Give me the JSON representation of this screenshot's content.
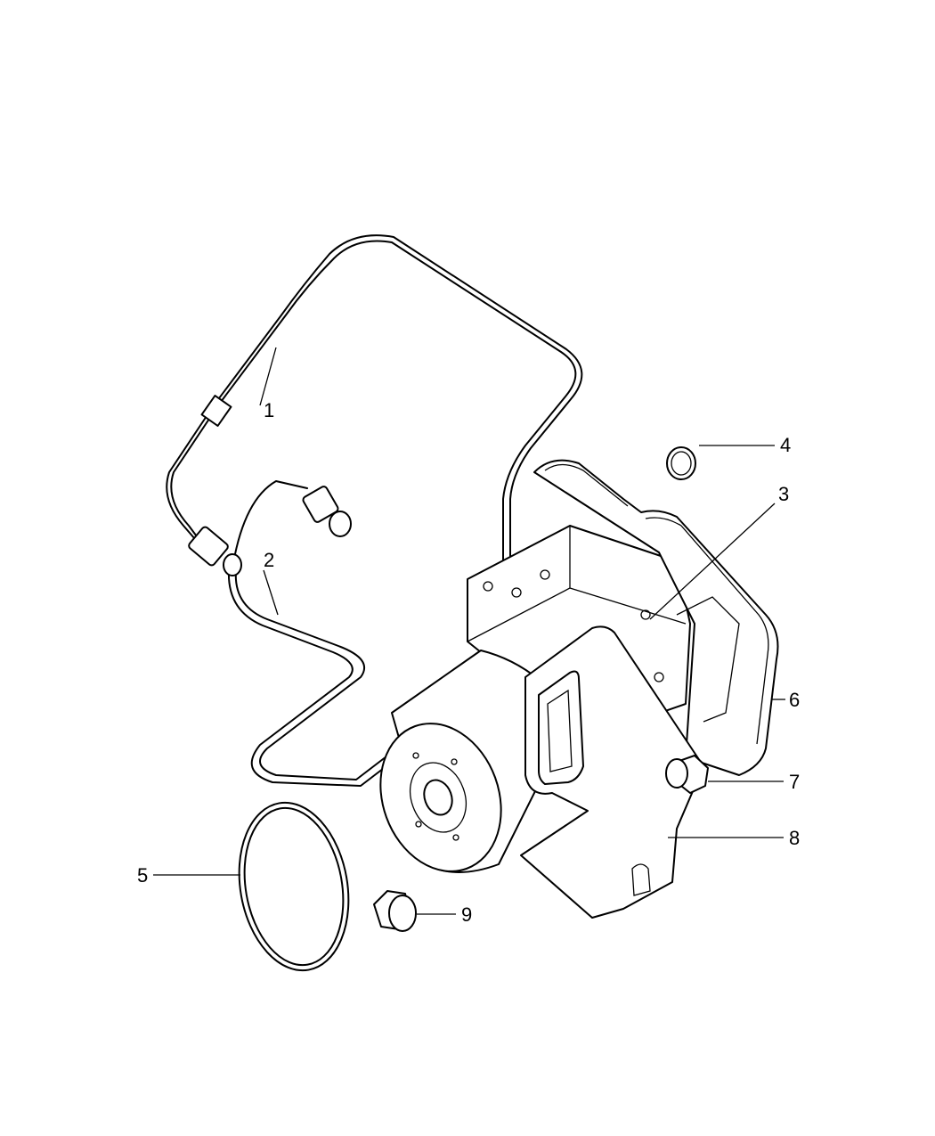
{
  "diagram": {
    "callouts": [
      {
        "number": "1",
        "part": "brake-tube-1"
      },
      {
        "number": "2",
        "part": "brake-tube-2"
      },
      {
        "number": "3",
        "part": "abs-module"
      },
      {
        "number": "4",
        "part": "o-ring-small"
      },
      {
        "number": "5",
        "part": "seal-ring-large"
      },
      {
        "number": "6",
        "part": "control-module-cover"
      },
      {
        "number": "7",
        "part": "bolt"
      },
      {
        "number": "8",
        "part": "bracket"
      },
      {
        "number": "9",
        "part": "nut"
      }
    ]
  }
}
